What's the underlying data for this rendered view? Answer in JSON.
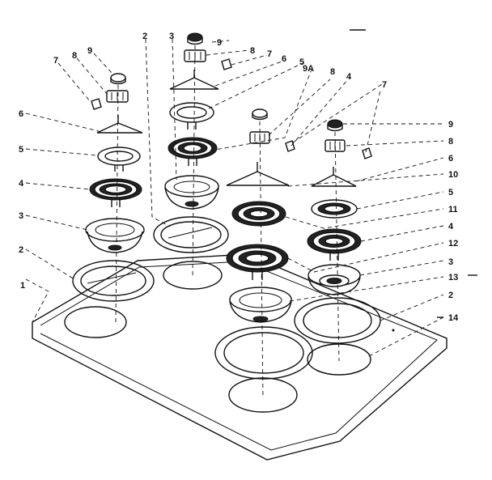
{
  "labels": {
    "c1": "1",
    "c2": "2",
    "c3": "3",
    "c4": "4",
    "c5": "5",
    "c6": "6",
    "c7": "7",
    "c8": "8",
    "c9": "9",
    "c9a": "9A",
    "c10": "10",
    "c11": "11",
    "c12": "12",
    "c13": "13",
    "c14": "14"
  }
}
